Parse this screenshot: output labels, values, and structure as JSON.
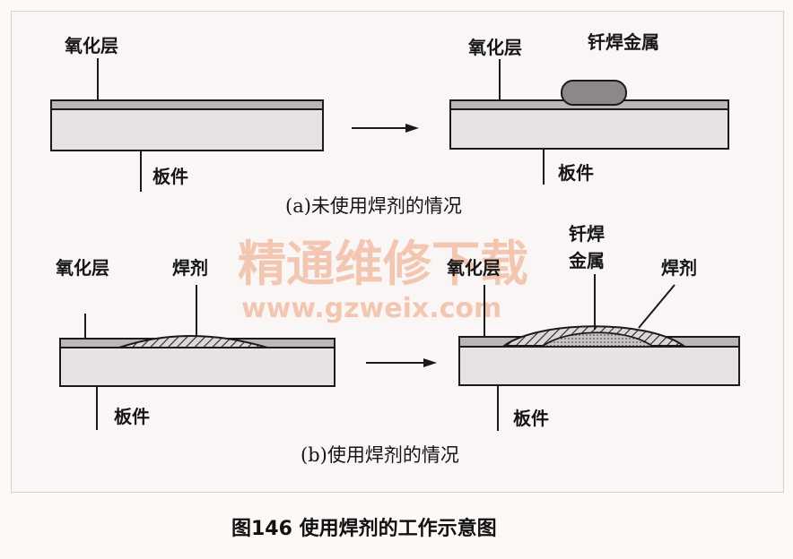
{
  "diagram": {
    "panel_a": {
      "left": {
        "oxide_label": "氧化层",
        "plate_label": "板件"
      },
      "right": {
        "oxide_label": "氧化层",
        "solder_label": "钎焊金属",
        "plate_label": "板件"
      },
      "caption": "(a)未使用焊剂的情况"
    },
    "panel_b": {
      "left": {
        "oxide_label": "氧化层",
        "flux_label": "焊剂",
        "plate_label": "板件"
      },
      "right": {
        "oxide_label": "氧化层",
        "solder_label_line1": "钎焊",
        "solder_label_line2": "金属",
        "flux_label": "焊剂",
        "plate_label": "板件"
      },
      "caption": "(b)使用焊剂的情况"
    }
  },
  "watermark": {
    "line1": "精通维修下载",
    "line2": "www.gzweix.com"
  },
  "figure_caption": "图146 使用焊剂的工作示意图",
  "colors": {
    "plate": "#e6e3e2",
    "oxide": "#bdb6b6",
    "solder": "#8d8787",
    "watermark": "#f1b69c",
    "outline": "#1a1a1a"
  }
}
